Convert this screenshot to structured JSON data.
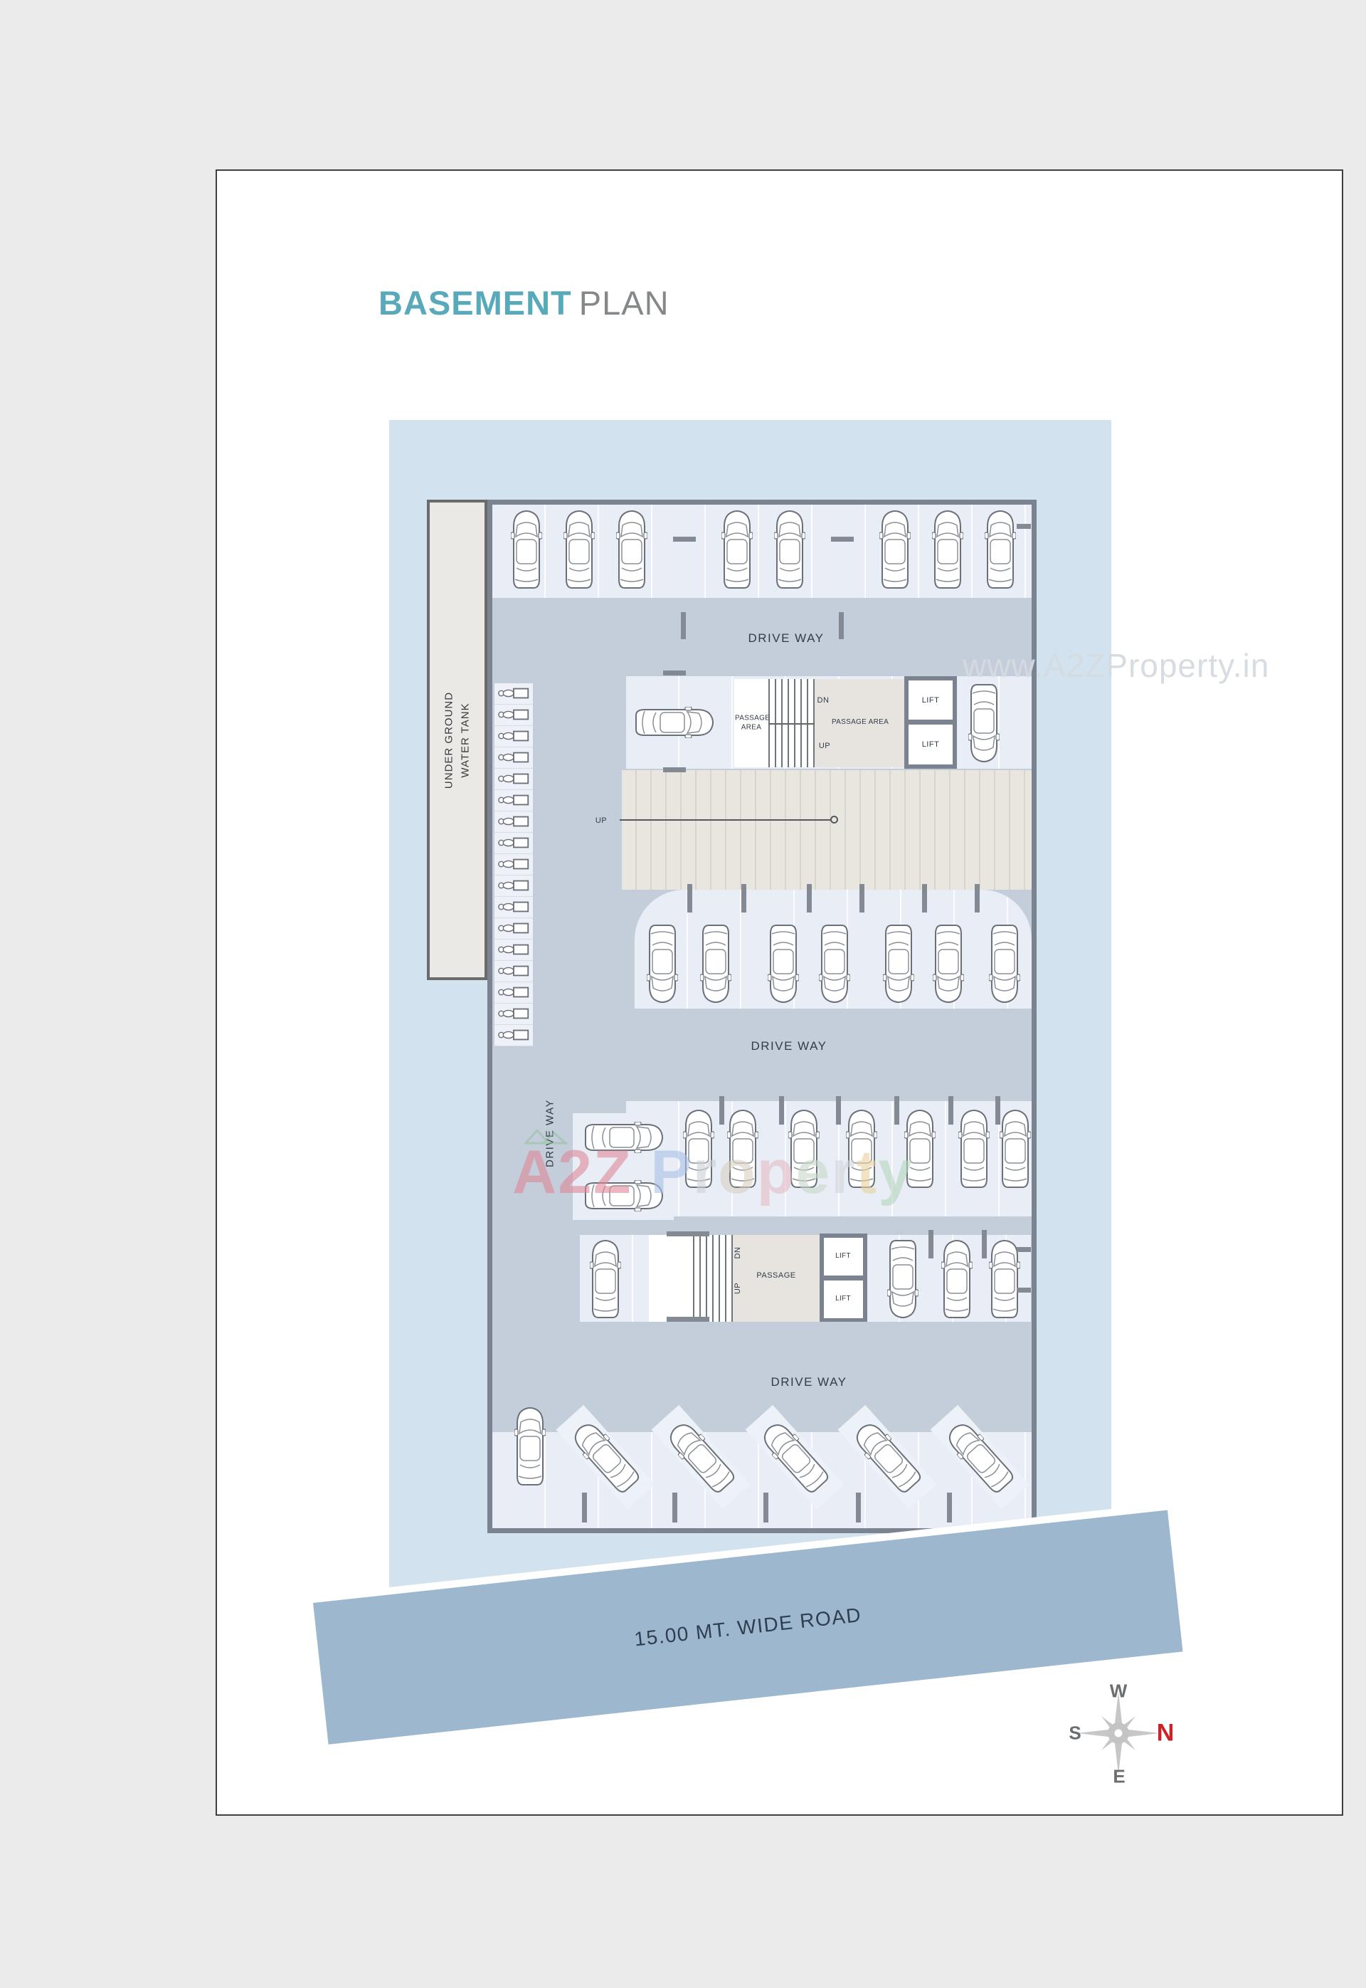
{
  "title": {
    "main": "BASEMENT",
    "sub": "PLAN"
  },
  "plan_labels": {
    "water_tank": "UNDER GROUND WATER TANK",
    "drive_way": "DRIVE WAY",
    "passage_area": "PASSAGE AREA",
    "passage": "PASSAGE",
    "lift": "LIFT",
    "down": "DN",
    "up": "UP",
    "road": "15.00 MT. WIDE ROAD"
  },
  "compass": {
    "west": "W",
    "south": "S",
    "north": "N",
    "east": "E"
  },
  "watermark": {
    "url": "www.A2ZProperty.in",
    "brand": "A2Z Property"
  },
  "parking": {
    "car_icons": 36,
    "two_wheeler_icons": 17
  },
  "colors": {
    "accent_teal": "#58a9ba",
    "title_gray": "#85888b",
    "plot_blue": "#d2e3ef",
    "driveway_gray": "#c4cedb",
    "stall_light": "#e9eef6",
    "wall_gray": "#7b8290",
    "road_blue": "#9db8ce",
    "north_red": "#cf2027",
    "brand_letter_colors": [
      "#e08898",
      "#e08898",
      "#e08898",
      "#a9c0e8",
      "#ccd1d6",
      "#d9d0c3",
      "#e5bcc4",
      "#c8d8c8",
      "#d2d6da",
      "#e9d29c",
      "#b7d6bd"
    ]
  }
}
